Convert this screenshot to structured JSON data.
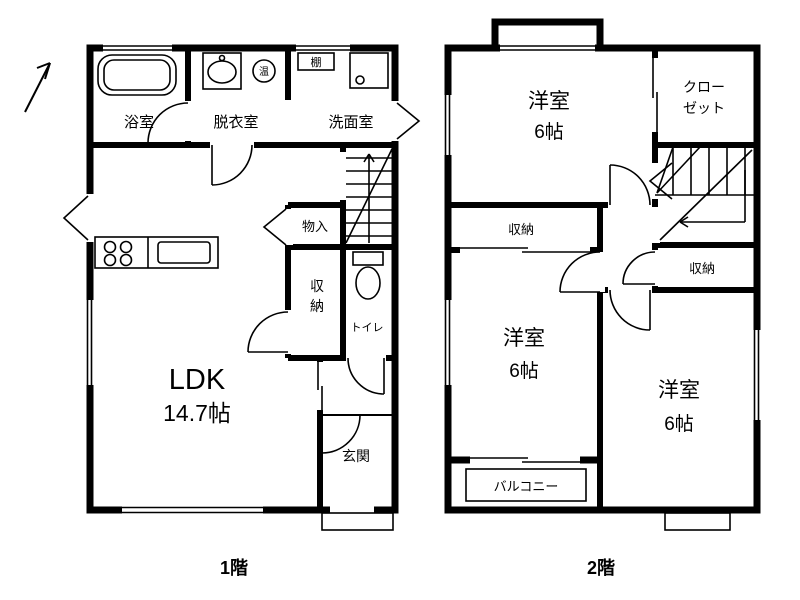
{
  "page": {
    "background": "#ffffff",
    "wall_color": "#000000"
  },
  "floor1": {
    "caption": "1階",
    "rooms": {
      "bathroom": "浴室",
      "dressing_room": "脱衣室",
      "washroom": "洗面室",
      "shelf": "棚",
      "water_heater": "温",
      "ldk_name": "LDK",
      "ldk_size": "14.7帖",
      "closet": "物入",
      "storage_char1": "収",
      "storage_char2": "納",
      "toilet": "トイレ",
      "entrance": "玄関"
    }
  },
  "floor2": {
    "caption": "2階",
    "rooms": {
      "bedroom1_name": "洋室",
      "bedroom1_size": "6帖",
      "closet_line1": "クロー",
      "closet_line2": "ゼット",
      "storage_left": "収納",
      "bedroom2_name": "洋室",
      "bedroom2_size": "6帖",
      "storage_right": "収納",
      "bedroom3_name": "洋室",
      "bedroom3_size": "6帖",
      "balcony": "バルコニー"
    }
  }
}
